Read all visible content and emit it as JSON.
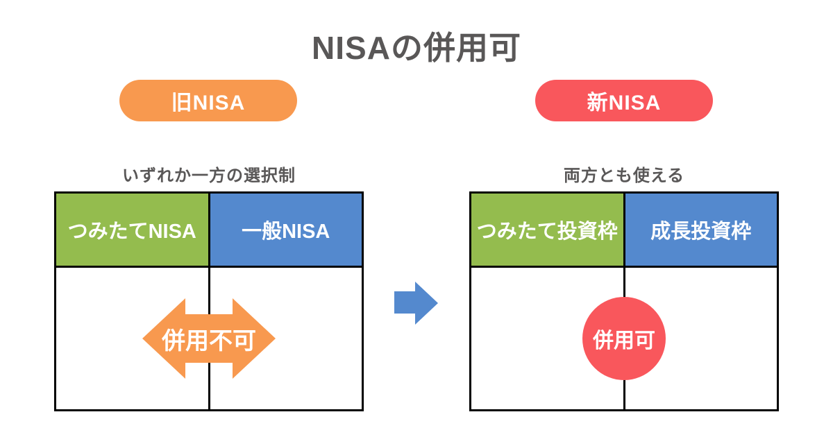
{
  "page": {
    "title": "NISAの併用可",
    "background": "#ffffff"
  },
  "colors": {
    "text_dark": "#595757",
    "orange": "#F8994F",
    "red": "#F9575C",
    "green": "#94BC4E",
    "blue": "#5489CE",
    "border": "#000000",
    "white": "#ffffff"
  },
  "old_nisa": {
    "badge_label": "旧NISA",
    "caption": "いずれか一方の選択制",
    "columns": [
      {
        "label": "つみたてNISA",
        "color": "#94BC4E"
      },
      {
        "label": "一般NISA",
        "color": "#5489CE"
      }
    ],
    "relation_label": "併用不可",
    "relation_shape": "double-headed-arrow",
    "relation_color": "#F8994F"
  },
  "new_nisa": {
    "badge_label": "新NISA",
    "caption": "両方とも使える",
    "columns": [
      {
        "label": "つみたて投資枠",
        "color": "#94BC4E"
      },
      {
        "label": "成長投資枠",
        "color": "#5489CE"
      }
    ],
    "relation_label": "併用可",
    "relation_shape": "circle",
    "relation_color": "#F9575C"
  },
  "transition": {
    "shape": "right-arrow",
    "color": "#5489CE"
  }
}
